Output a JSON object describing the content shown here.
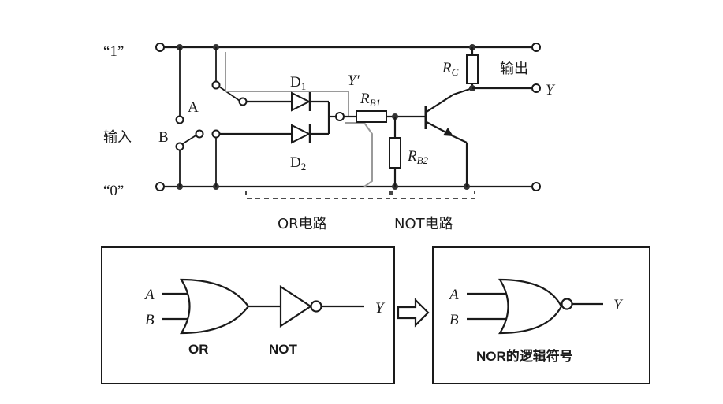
{
  "circuit": {
    "rail_high": "“1”",
    "rail_low": "“0”",
    "switch_a": "A",
    "switch_b": "B",
    "input_label": "输入",
    "output_label": "输出",
    "output_y": "Y",
    "diode_1": {
      "main": "D",
      "sub": "1"
    },
    "diode_2": {
      "main": "D",
      "sub": "2"
    },
    "node_y_prime": "Y′",
    "resistor_b1": {
      "main": "R",
      "sub": "B1"
    },
    "resistor_b2": {
      "main": "R",
      "sub": "B2"
    },
    "resistor_c": {
      "main": "R",
      "sub": "C"
    },
    "or_circuit_label": "OR电路",
    "not_circuit_label": "NOT电路"
  },
  "left_box": {
    "input_a": "A",
    "input_b": "B",
    "output_y": "Y",
    "or_label": "OR",
    "not_label": "NOT"
  },
  "right_box": {
    "input_a": "A",
    "input_b": "B",
    "output_y": "Y",
    "caption": "NOR的逻辑符号"
  },
  "icons": {
    "arrow": "double-arrow-right-icon"
  }
}
